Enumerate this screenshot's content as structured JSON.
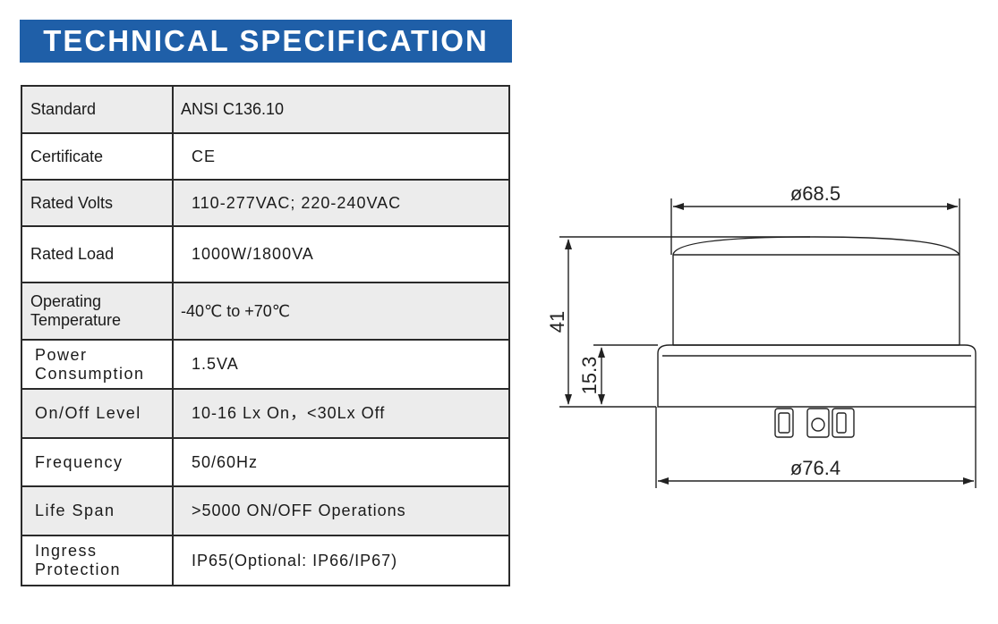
{
  "header": {
    "title": "TECHNICAL SPECIFICATION"
  },
  "spec_rows": [
    {
      "label": "Standard",
      "value": "ANSI C136.10"
    },
    {
      "label": "Certificate",
      "value": "CE"
    },
    {
      "label": "Rated Volts",
      "value": "110-277VAC; 220-240VAC"
    },
    {
      "label": "Rated Load",
      "value": "1000W/1800VA"
    },
    {
      "label": "Operating Temperature",
      "value": "-40℃ to +70℃"
    },
    {
      "label": "Power Consumption",
      "value": "1.5VA"
    },
    {
      "label": "On/Off Level",
      "value": "10-16 Lx On，<30Lx Off"
    },
    {
      "label": "Frequency",
      "value": "50/60Hz"
    },
    {
      "label": "Life Span",
      "value": ">5000 ON/OFF Operations"
    },
    {
      "label": "Ingress Protection",
      "value": "IP65(Optional: IP66/IP67)"
    }
  ],
  "diagram": {
    "top_diameter": "ø68.5",
    "bottom_diameter": "ø76.4",
    "total_height": "41",
    "base_height": "15.3"
  }
}
